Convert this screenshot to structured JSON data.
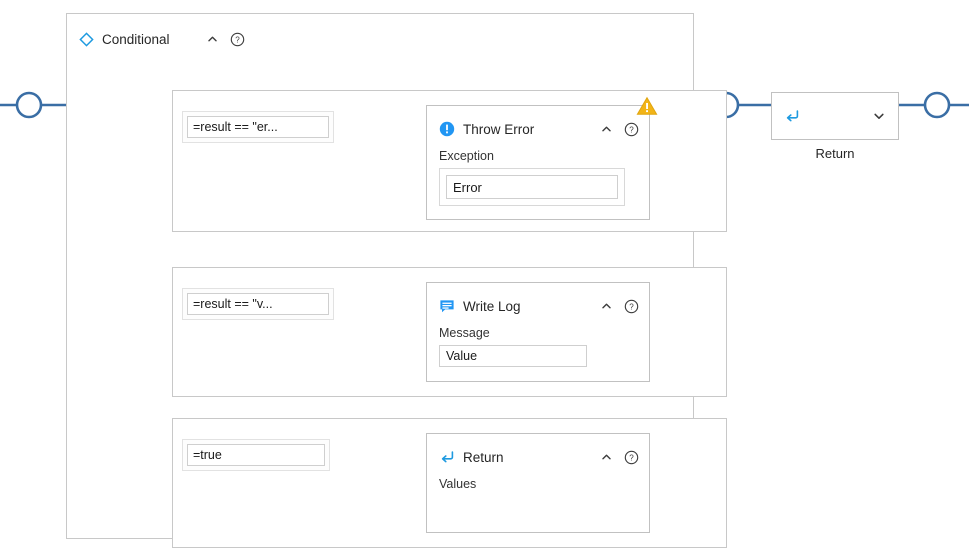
{
  "theme": {
    "wire_color": "#3a6ea5",
    "wire_color_dark": "#2f5e96",
    "node_border": "#c1c1c1",
    "panel_border": "#c8c8c8",
    "icon_blue": "#2196f3",
    "icon_accent": "#1e9ae0",
    "warning_amber": "#f2b417",
    "text_color": "#262626"
  },
  "conditional": {
    "title": "Conditional",
    "icon": "diamond-icon",
    "collapse_icon": "caret-up-icon",
    "help_icon": "help-circle-icon"
  },
  "branches": [
    {
      "condition": {
        "value": "=result == \"er...",
        "name": "condition-expression-1"
      },
      "node": {
        "title": "Throw Error",
        "icon": "info-circle-icon",
        "collapse_icon": "caret-up-icon",
        "help_icon": "help-circle-icon",
        "has_warning": true,
        "warning_icon": "warning-triangle-icon",
        "field_label": "Exception",
        "field_value": "Error"
      }
    },
    {
      "condition": {
        "value": "=result == \"v...",
        "name": "condition-expression-2"
      },
      "node": {
        "title": "Write Log",
        "icon": "speech-bubble-icon",
        "collapse_icon": "caret-up-icon",
        "help_icon": "help-circle-icon",
        "has_warning": false,
        "field_label": "Message",
        "field_value": "Value"
      }
    },
    {
      "condition": {
        "value": "=true",
        "name": "condition-expression-3"
      },
      "node": {
        "title": "Return",
        "icon": "return-arrow-icon",
        "collapse_icon": "caret-up-icon",
        "help_icon": "help-circle-icon",
        "has_warning": false,
        "field_label": "Values",
        "field_value": ""
      }
    }
  ],
  "return_node": {
    "label": "Return",
    "icon": "return-arrow-icon",
    "expand_icon": "chevron-down-icon"
  }
}
